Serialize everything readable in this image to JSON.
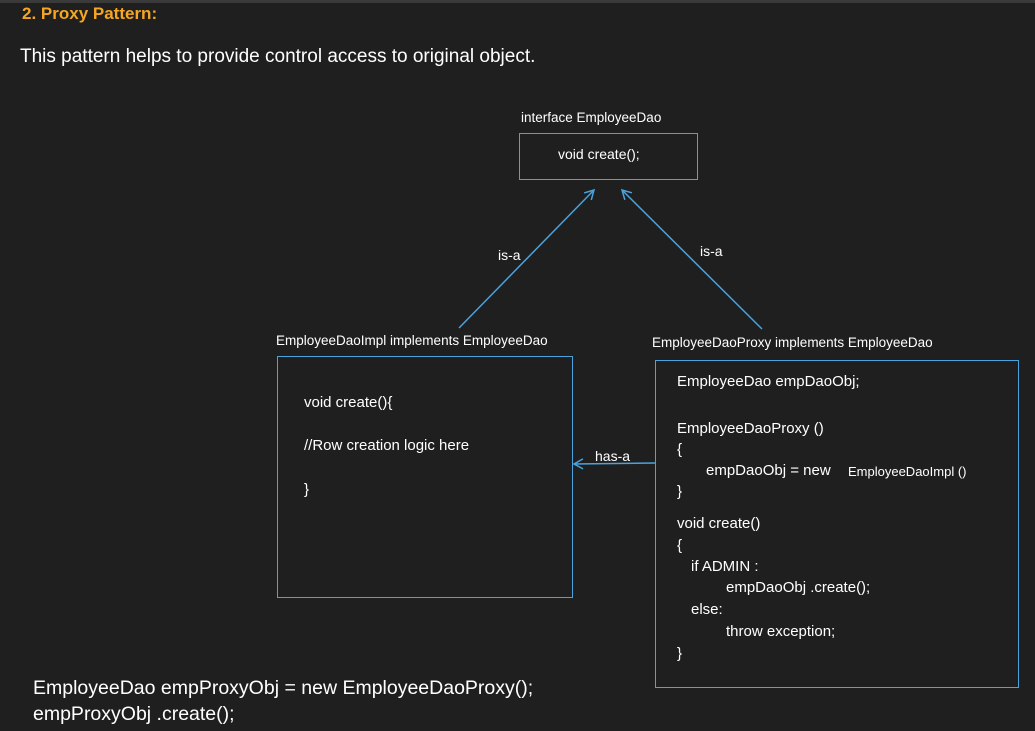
{
  "heading": "2. Proxy Pattern:",
  "intro": "This pattern helps to provide control access to original object.",
  "interface": {
    "title": "interface EmployeeDao",
    "method": "void create();"
  },
  "impl": {
    "title": "EmployeeDaoImpl implements EmployeeDao",
    "lines": [
      "void create(){",
      "//Row creation logic here",
      "}"
    ]
  },
  "proxy": {
    "title": "EmployeeDaoProxy implements EmployeeDao",
    "lines": [
      "EmployeeDao empDaoObj;",
      "EmployeeDaoProxy ()",
      "{",
      "empDaoObj = new",
      "EmployeeDaoImpl ()",
      "}",
      "void create()",
      "{",
      "if ADMIN :",
      "empDaoObj .create();",
      "else:",
      "throw exception;",
      "}"
    ]
  },
  "relations": {
    "is_a_left": "is-a",
    "is_a_right": "is-a",
    "has_a": "has-a"
  },
  "usage": [
    "EmployeeDao empProxyObj = new EmployeeDaoProxy();",
    "empProxyObj .create();"
  ],
  "colors": {
    "background": "#1f1f1f",
    "heading": "#f5a623",
    "box_border": "#4aa3df",
    "text": "#ffffff"
  }
}
